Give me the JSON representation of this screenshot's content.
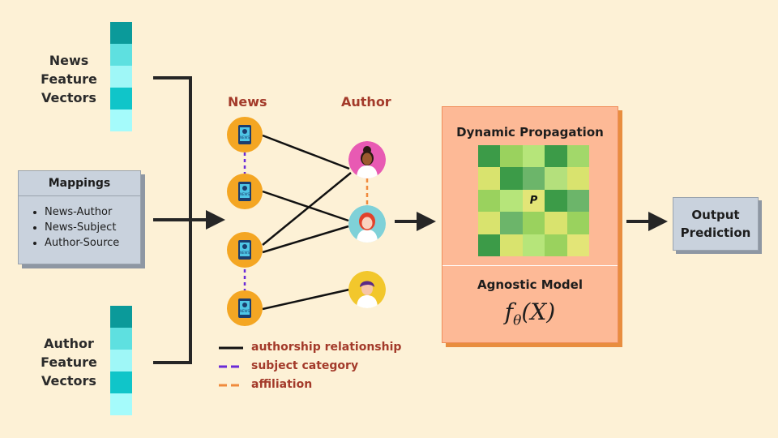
{
  "news_feature_label": [
    "News",
    "Feature",
    "Vectors"
  ],
  "author_feature_label": [
    "Author",
    "Feature",
    "Vectors"
  ],
  "news_vector_colors": [
    "#0b9a9a",
    "#5ee0e0",
    "#9ff7f7",
    "#10c5c9",
    "#a5fbfb"
  ],
  "author_vector_colors": [
    "#0b9a9a",
    "#5ee0e0",
    "#9ff7f7",
    "#10c5c9",
    "#a5fbfb"
  ],
  "mappings": {
    "title": "Mappings",
    "items": [
      "News-Author",
      "News-Subject",
      "Author-Source"
    ]
  },
  "graph": {
    "news_heading": "News",
    "author_heading": "Author",
    "news_icon_text": "NEWS"
  },
  "legend": {
    "authorship": "authorship relationship",
    "subject": "subject category",
    "affiliation": "affiliation"
  },
  "colors": {
    "authorship": "#111111",
    "subject": "#6a2bd8",
    "affiliation": "#f08a3c",
    "node": "#f4a623"
  },
  "model": {
    "dp_title": "Dynamic Propagation",
    "matrix_label": "P",
    "am_title": "Agnostic Model",
    "formula_f": "f",
    "formula_sub": "θ",
    "formula_arg": "(X)"
  },
  "heatmap_colors": [
    [
      "#3c9b48",
      "#9ad25e",
      "#b6e57a",
      "#3c9b48",
      "#a2d86a"
    ],
    [
      "#d9e36e",
      "#3c9b48",
      "#6cb56a",
      "#b4e07c",
      "#d9e36e"
    ],
    [
      "#9ad25e",
      "#b6e57a",
      "#e3e577",
      "#3c9b48",
      "#6cb56a"
    ],
    [
      "#d9e36e",
      "#6cb56a",
      "#9ad25e",
      "#d9e36e",
      "#9ad25e"
    ],
    [
      "#3c9b48",
      "#d9e36e",
      "#b6e57a",
      "#9ad25e",
      "#e3e577"
    ]
  ],
  "output": [
    "Output",
    "Prediction"
  ]
}
